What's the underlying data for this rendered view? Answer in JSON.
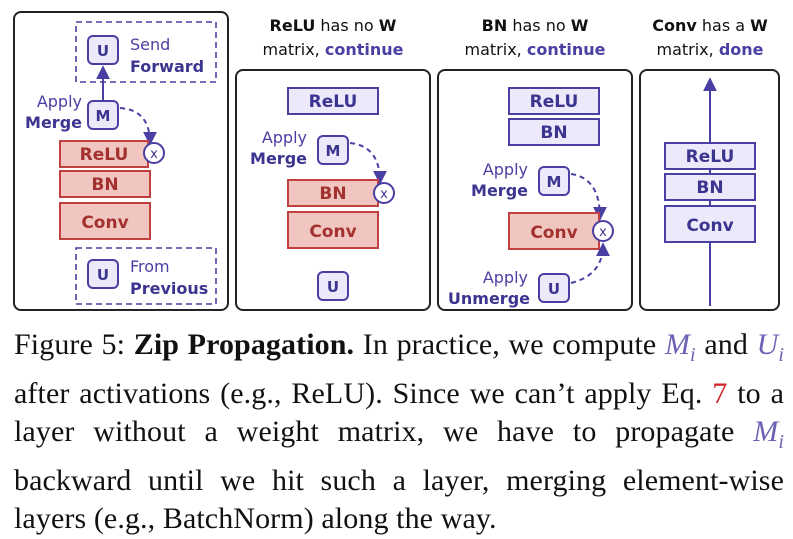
{
  "colors": {
    "purple": "#4a3fa3",
    "purple_fill": "#ece9fb",
    "red": "#c2403f",
    "red_fill": "#f1c6c0",
    "panel_border": "#222222"
  },
  "panel1": {
    "send_line1": "Send",
    "send_line2": "Forward",
    "apply_line1": "Apply",
    "apply_line2": "Merge",
    "from_line1": "From",
    "from_line2": "Previous",
    "u_top": "U",
    "m": "M",
    "x": "x",
    "relu": "ReLU",
    "bn": "BN",
    "conv": "Conv",
    "u_bottom": "U"
  },
  "panel2": {
    "title_bold1": "ReLU",
    "title_rest1": " has no ",
    "title_bold2": "W",
    "title_line2a": "matrix, ",
    "title_line2b": "continue",
    "relu": "ReLU",
    "apply_line1": "Apply",
    "apply_line2": "Merge",
    "m": "M",
    "bn": "BN",
    "x": "x",
    "conv": "Conv",
    "u": "U"
  },
  "panel3": {
    "title_bold1": "BN",
    "title_rest1": " has no ",
    "title_bold2": "W",
    "title_line2a": "matrix, ",
    "title_line2b": "continue",
    "relu": "ReLU",
    "bn": "BN",
    "apply_line1": "Apply",
    "apply_line2": "Merge",
    "m": "M",
    "conv": "Conv",
    "x": "x",
    "unapply_line1": "Apply",
    "unapply_line2": "Unmerge",
    "u": "U"
  },
  "panel4": {
    "title_bold1": "Conv",
    "title_rest1": " has a ",
    "title_bold2": "W",
    "title_line2a": "matrix, ",
    "title_line2b": "done",
    "relu": "ReLU",
    "bn": "BN",
    "conv": "Conv"
  },
  "caption": {
    "p1": "Figure 5: ",
    "p2": "Zip Propagation.",
    "p3": " In practice, we compute ",
    "p4": "M",
    "p5": "i",
    "p6": " and ",
    "p7": "U",
    "p8": "i",
    "p9": " after activations (e.g., ReLU). Since we can’t apply Eq. ",
    "p10": "7",
    "p11": " to a layer without a weight matrix, we have to propagate ",
    "p12": "M",
    "p13": "i",
    "p14": " backward until we hit such a layer, merging element-wise layers (e.g., BatchNorm) along the way."
  }
}
